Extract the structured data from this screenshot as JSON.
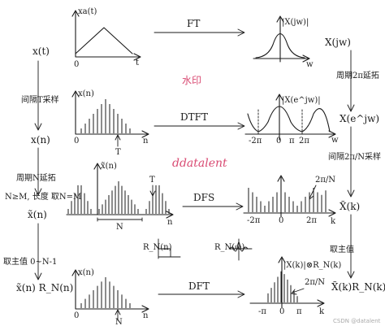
{
  "colors": {
    "ink": "#1a1a1a",
    "watermark": "#d94b73",
    "credit": "#aaaaaa"
  },
  "watermark": {
    "top": "水印",
    "middle": "ddatalent"
  },
  "labels": {
    "x_t": "x(t)",
    "sample": "间隔T采样",
    "x_n": "x(n)",
    "periodic_ext": "周期N延拓",
    "cond_ext": "N≥M, 长度 取N=M",
    "x_tilde": "x̃(n)",
    "take_main": "取主值 0~N-1",
    "x_tilde_RN": "x̃(n) R_N(n)",
    "X_jw": "X(jw)",
    "periodic_2pi": "周期2π延拓",
    "X_ejw": "X(e^jw)",
    "sample_2pi_N": "间隔2π/N采样",
    "X_k": "X̃(k)",
    "take_main_r": "取主值",
    "X_k_RN": "X̃(k)R_N(k)"
  },
  "panels": {
    "p1": {
      "ylabel": "xa(t)",
      "zero": "0",
      "tlabel": "t"
    },
    "p2": {
      "ylabel": "x(n)",
      "zero": "0",
      "Tmark": "T",
      "nlabel": "n"
    },
    "p3": {
      "ylabel": "x̃(n)",
      "Tmark": "T",
      "Nlabel": "N",
      "nlabel": "n"
    },
    "p4": {
      "ylabel": "x(n)",
      "zero": "0",
      "Nmark": "N",
      "nlabel": "n"
    },
    "rn1": {
      "label": "R_N(n)"
    },
    "rn2": {
      "label": "R_N(ω)"
    },
    "s1": {
      "ylabel": "|X(jw)|",
      "xlabel": "w"
    },
    "s2": {
      "ylabel": "|X(e^jw)|",
      "ticks": [
        "-2π",
        "0",
        "π",
        "2π"
      ],
      "xlabel": "w"
    },
    "s3": {
      "ticks": [
        "-2π",
        "0",
        "2π"
      ],
      "frac": "2π/N",
      "xlabel": "k"
    },
    "s4": {
      "ylabel": "|X(k)|⊗R_N(k)",
      "ticks": [
        "-π",
        "0",
        "π"
      ],
      "frac": "2π/N",
      "xlabel": "k"
    }
  },
  "arrows": {
    "ft": "FT",
    "dtft": "DTFT",
    "dfs": "DFS",
    "dft": "DFT"
  },
  "credit": "CSDN @datalent"
}
